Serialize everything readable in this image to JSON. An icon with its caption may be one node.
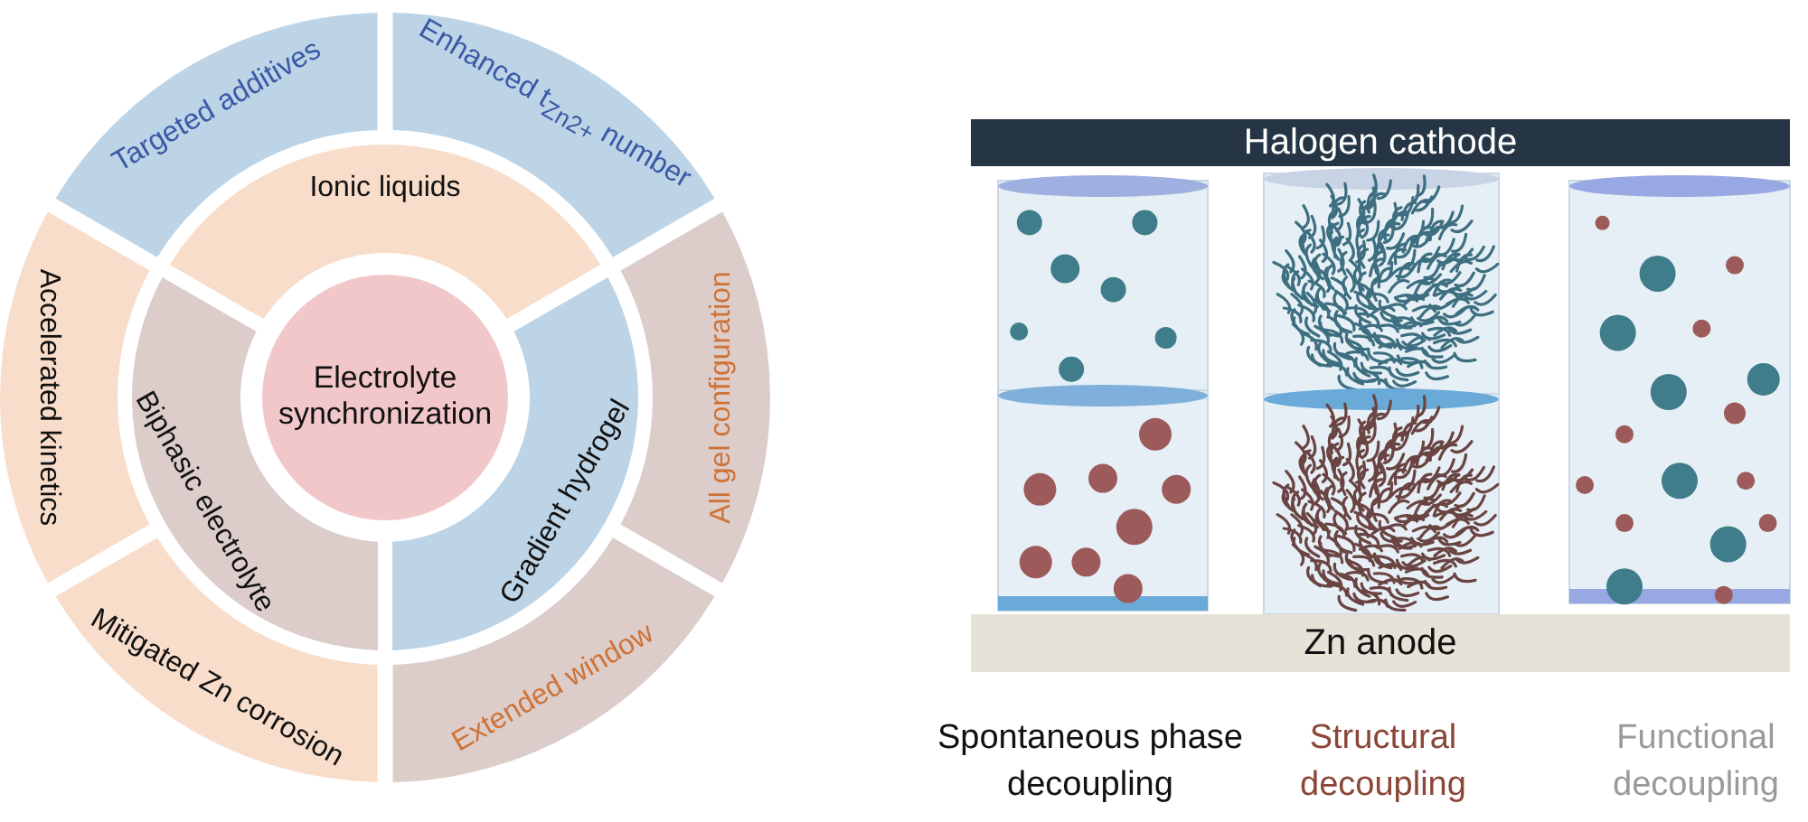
{
  "diagram": {
    "nodes": [
      {
        "text": [
          "Electrolyte synchronization"
        ]
      },
      {
        "text": [
          "Ionic liquids"
        ]
      },
      {
        "text": [
          "Gradient hydrogel"
        ]
      },
      {
        "text": [
          "Biphasic electrolyte"
        ]
      },
      {
        "text": [
          "Targeted additives"
        ]
      },
      {
        "text": [
          "Enhanced t$_{Zn2+}$ number"
        ]
      },
      {
        "text": [
          "All gel configuration"
        ]
      },
      {
        "text": [
          "Extended window"
        ]
      },
      {
        "text": [
          "Mitigated Zn corrosion"
        ]
      },
      {
        "text": [
          "Accelerated kinetics"
        ]
      },
      {
        "text": [
          "Halogen cathode"
        ]
      },
      {
        "text": [
          "Zn anode"
        ]
      }
    ],
    "labels": [
      "Spontaneous phase decoupling",
      "Structural decoupling",
      "Functional decoupling"
    ]
  }
}
